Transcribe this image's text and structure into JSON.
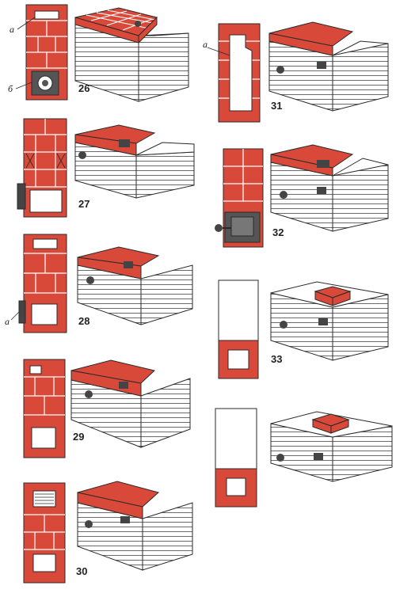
{
  "colors": {
    "brick": "#d9493a",
    "mortar": "#ffffff",
    "outline": "#2a2a2a",
    "iron": "#3a3a3a",
    "face": "#ffffff"
  },
  "figures": [
    {
      "number": "26",
      "letters": [
        "а",
        "б"
      ]
    },
    {
      "number": "27",
      "letters": []
    },
    {
      "number": "28",
      "letters": [
        "а"
      ]
    },
    {
      "number": "29",
      "letters": []
    },
    {
      "number": "30",
      "letters": []
    },
    {
      "number": "31",
      "letters": [
        "а"
      ]
    },
    {
      "number": "32",
      "letters": []
    },
    {
      "number": "33",
      "letters": []
    },
    {
      "number": "",
      "letters": []
    }
  ]
}
